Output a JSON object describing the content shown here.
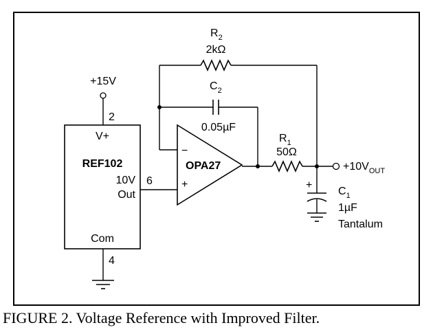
{
  "supply": {
    "label": "+15V",
    "pin": "2"
  },
  "ref": {
    "name": "REF102",
    "vplus": "V+",
    "out_line1": "10V",
    "out_line2": "Out",
    "out_pin": "6",
    "com": "Com",
    "com_pin": "4"
  },
  "opamp": {
    "name": "OPA27",
    "inv": "−",
    "noninv": "+"
  },
  "r2": {
    "ref": "R",
    "sub": "2",
    "value": "2kΩ"
  },
  "c2": {
    "ref": "C",
    "sub": "2",
    "value": "0.05µF"
  },
  "r1": {
    "ref": "R",
    "sub": "1",
    "value": "50Ω"
  },
  "c1": {
    "ref": "C",
    "sub": "1",
    "value": "1µF",
    "type": "Tantalum",
    "polarity": "+"
  },
  "output": {
    "label": "+10V",
    "sub": "OUT"
  },
  "caption": "FIGURE 2. Voltage Reference with Improved Filter."
}
